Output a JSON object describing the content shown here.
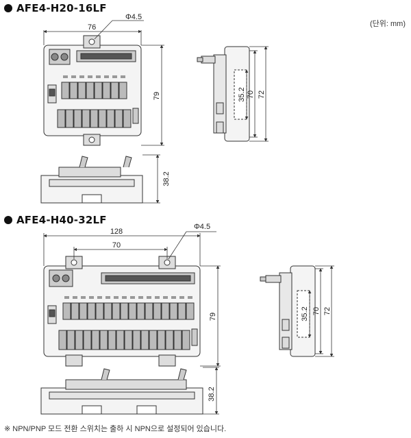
{
  "unit_label": "(단위: mm)",
  "footnote": "※ NPN/PNP 모드 전환 스위치는 출하 시 NPN으로 설정되어 있습니다.",
  "models": [
    {
      "name": "AFE4-H20-16LF",
      "dims": {
        "width": "76",
        "hole": "Φ4.5",
        "height": "79",
        "side_inner": "35.2",
        "side_70": "70",
        "side_72": "72",
        "depth": "38.2"
      }
    },
    {
      "name": "AFE4-H40-32LF",
      "dims": {
        "width": "128",
        "width_inner": "70",
        "hole": "Φ4.5",
        "height": "79",
        "side_inner": "35.2",
        "side_70": "70",
        "side_72": "72",
        "depth": "38.2"
      }
    }
  ]
}
